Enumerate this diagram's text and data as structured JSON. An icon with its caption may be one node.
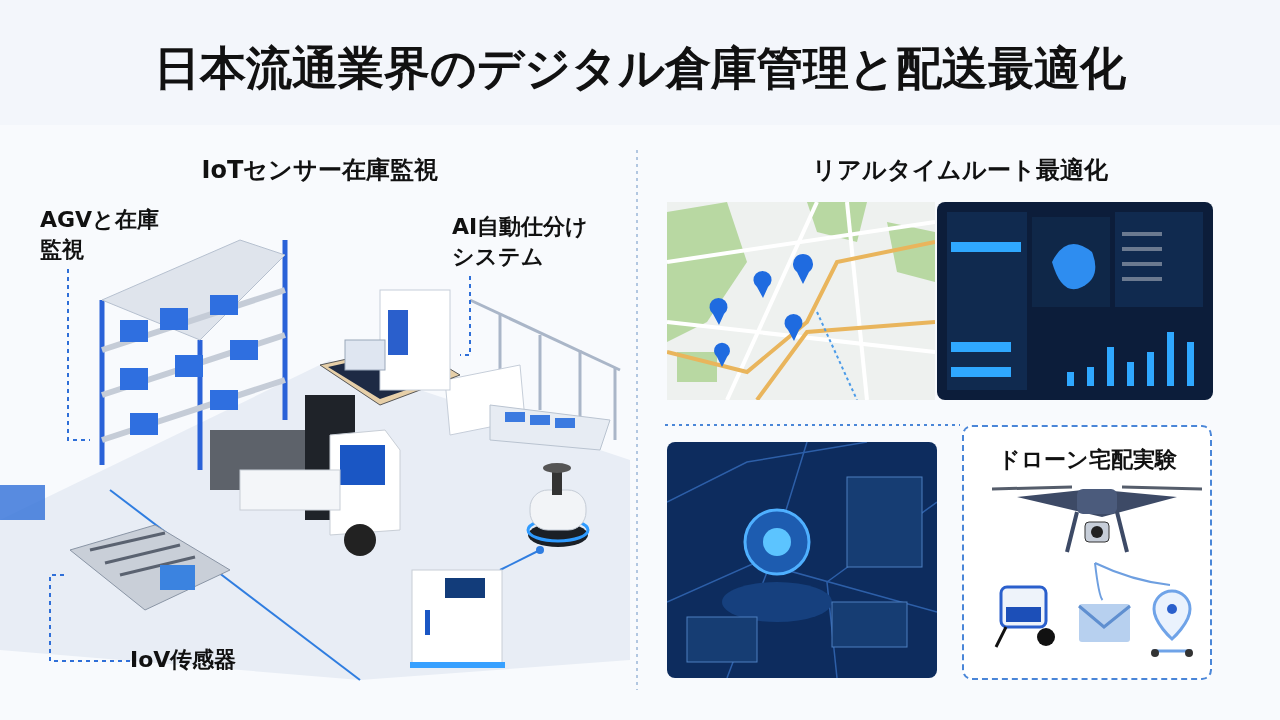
{
  "diagram": {
    "title": "日本流通業界のデジタル倉庫管理と配送最適化",
    "nodes": [
      {
        "text": [
          "AGVと在庫監視"
        ]
      },
      {
        "text": [],
        "shape": "picture"
      },
      {
        "text": [
          "AI自動仕分けシステム"
        ]
      },
      {
        "text": [],
        "shape": "picture"
      },
      {
        "text": [
          "IoV传感器"
        ]
      },
      {
        "text": [],
        "shape": "picture"
      },
      {
        "text": [],
        "shape": "picture"
      },
      {
        "text": [],
        "shape": "picture"
      },
      {
        "text": [],
        "shape": "picture"
      },
      {
        "text": [
          "ドローン宅配実験"
        ]
      },
      {
        "text": [],
        "shape": "picture",
        "in": 9
      },
      {
        "text": [],
        "shape": "picture",
        "in": 9
      },
      {
        "text": [],
        "shape": "picture",
        "in": 9
      },
      {
        "text": [],
        "shape": "picture",
        "in": 9
      }
    ],
    "edges": [
      {
        "from": 0,
        "to": 1,
        "arrow": "none",
        "style": "dashed"
      },
      {
        "from": 2,
        "to": 3,
        "arrow": "none",
        "style": "dashed"
      },
      {
        "from": 4,
        "to": 5,
        "arrow": "none",
        "style": "dashed"
      },
      {
        "from": 10,
        "to": 12,
        "arrow": "none"
      },
      {
        "from": 10,
        "to": 13,
        "arrow": "none"
      }
    ],
    "labels": [
      "IoTセンサー在庫監視",
      "リアルタイムルート最適化"
    ]
  }
}
